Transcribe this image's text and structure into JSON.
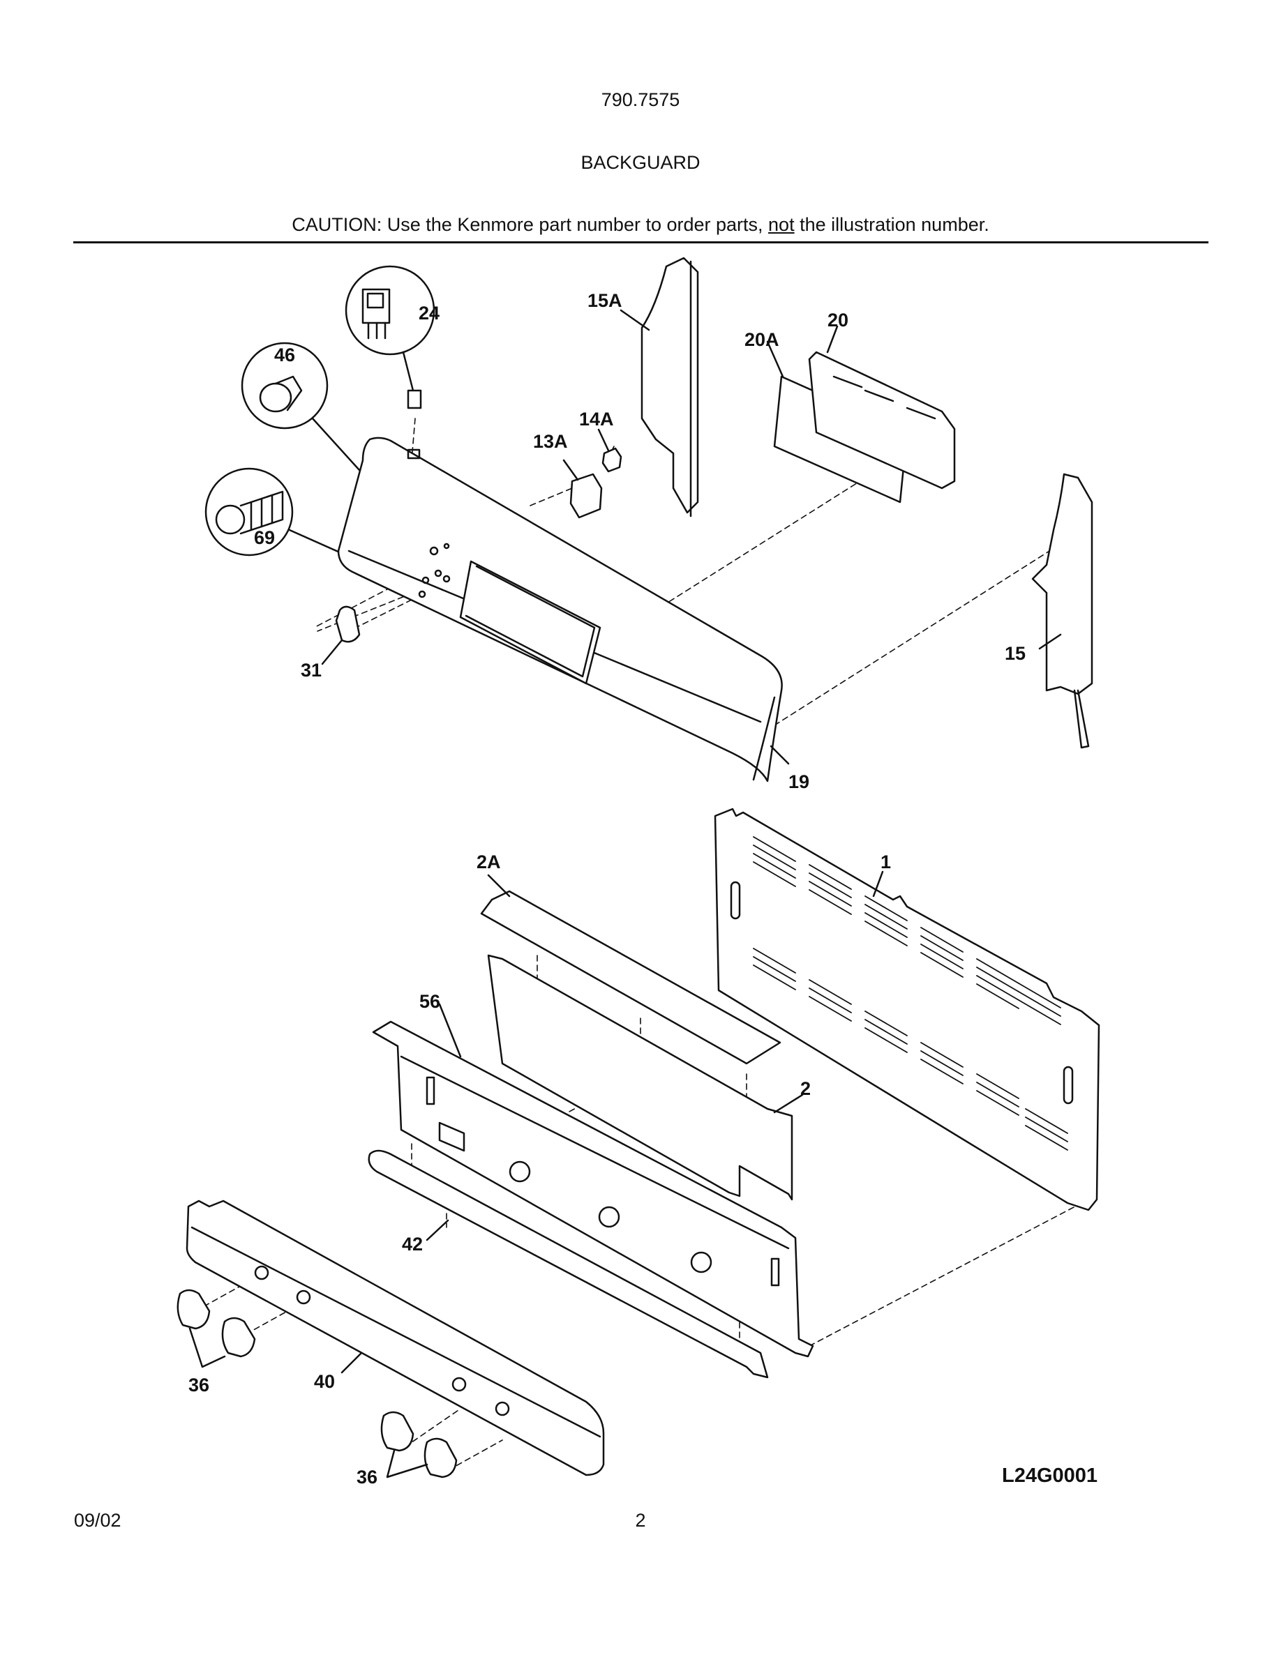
{
  "header": {
    "model": "790.7575",
    "section": "BACKGUARD",
    "caution_prefix": "CAUTION: Use the Kenmore part number to order parts, ",
    "caution_emph": "not",
    "caution_suffix": " the illustration number."
  },
  "callouts": {
    "c24": "24",
    "c46": "46",
    "c69": "69",
    "c31": "31",
    "c13a": "13A",
    "c14a": "14A",
    "c15a": "15A",
    "c20a": "20A",
    "c20": "20",
    "c15": "15",
    "c19": "19",
    "c2a": "2A",
    "c1": "1",
    "c56": "56",
    "c2": "2",
    "c42": "42",
    "c36a": "36",
    "c40": "40",
    "c36b": "36"
  },
  "footer": {
    "drawing_code": "L24G0001",
    "date": "09/02",
    "page": "2"
  }
}
